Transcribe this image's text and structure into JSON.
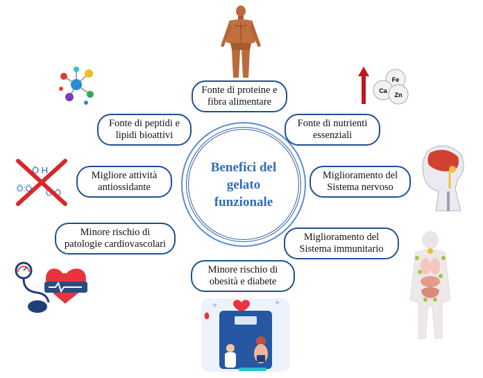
{
  "center": {
    "title": "Benefici del gelato funzionale"
  },
  "benefits": [
    {
      "id": "protein",
      "text": "Fonte di proteine e fibra alimentare"
    },
    {
      "id": "peptides",
      "text": "Fonte di peptidi e lipidi bioattivi"
    },
    {
      "id": "nutrients",
      "text": "Fonte di nutrienti essenziali"
    },
    {
      "id": "antioxidant",
      "text": "Migliore attività antiossidante"
    },
    {
      "id": "nervous",
      "text": "Miglioramento del Sistema nervoso"
    },
    {
      "id": "cardio",
      "text": "Minore rischio di patologie cardiovascolari"
    },
    {
      "id": "immune",
      "text": "Miglioramento del Sistema immunitario"
    },
    {
      "id": "obesity",
      "text": "Minore rischio di obesità e diabete"
    }
  ],
  "icons": {
    "muscle": "muscular-body-icon",
    "molecule": "molecule-icon",
    "minerals": "minerals-icon",
    "brain": "brain-icon",
    "radicals": "free-radicals-icon",
    "heart": "heart-pressure-icon",
    "immune": "immune-body-icon",
    "scale": "scale-icon"
  },
  "minerals": {
    "fe": "Fe",
    "ca": "Ca",
    "zn": "Zn"
  },
  "radicals": {
    "oh": "Ö H",
    "o1": "Ö:Ö",
    "o2": "Ö:Ö"
  },
  "colors": {
    "accent": "#2f6db5",
    "border": "#1f4f94",
    "cross": "#d9262c",
    "arrow": "#c4161c"
  }
}
